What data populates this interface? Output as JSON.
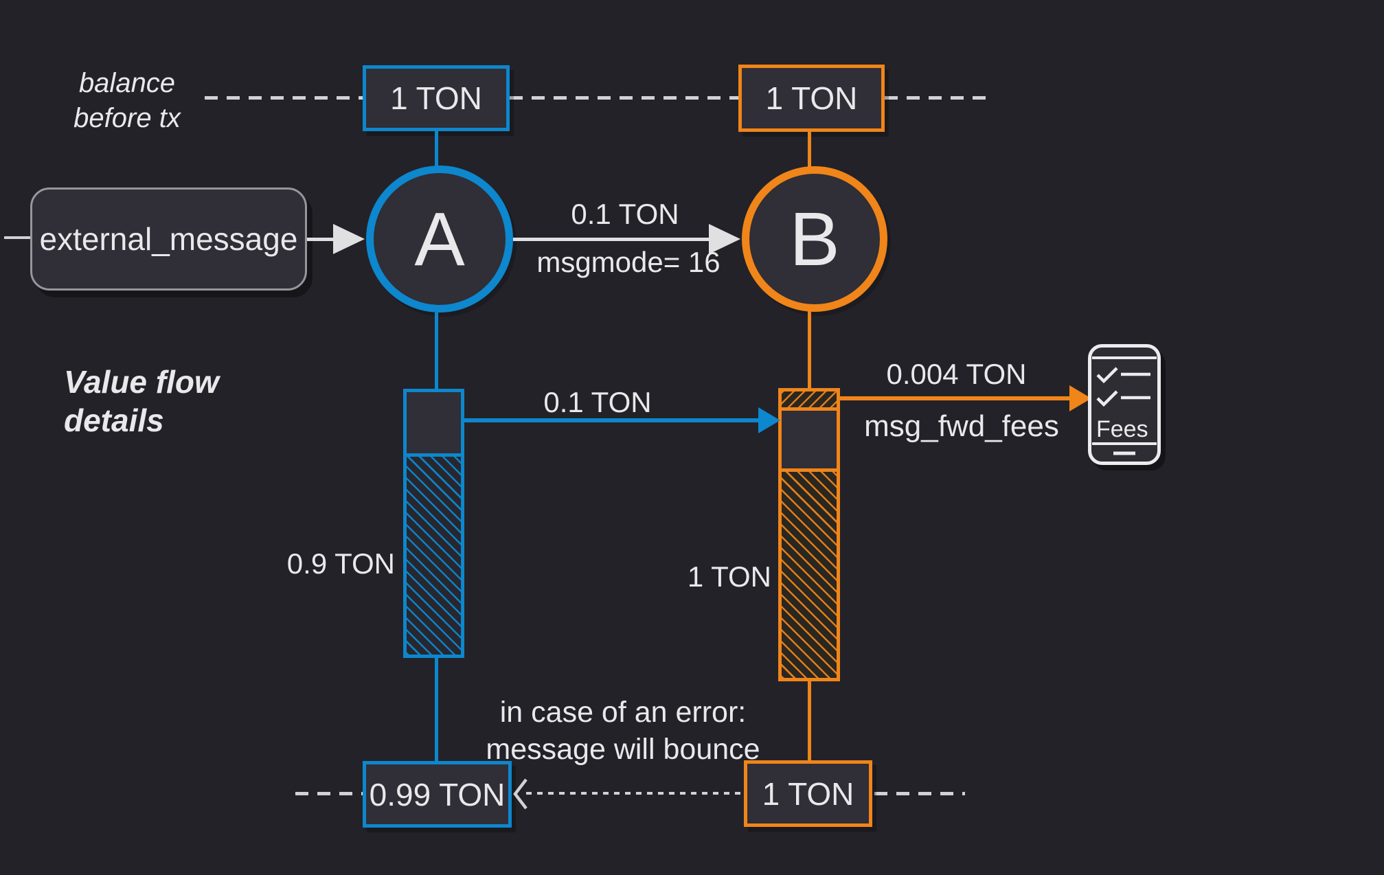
{
  "colors": {
    "background": "#232229",
    "panel_fill": "#302e36",
    "account_a_accent": "#0d87cd",
    "account_b_accent": "#f0851a",
    "text": "#e9e9ec",
    "dashed_line": "#d2d2d6"
  },
  "annotations": {
    "balance_before_tx": "balance\nbefore tx",
    "value_flow_details": "Value flow\ndetails",
    "bounce_note": "in case of an error:\nmessage will bounce"
  },
  "external_message": {
    "label": "external_message"
  },
  "accounts": {
    "a": {
      "letter": "A",
      "balance_before": "1 TON",
      "balance_after": "0.99 TON",
      "kept_amount": "0.9 TON"
    },
    "b": {
      "letter": "B",
      "balance_before": "1 TON",
      "balance_after": "1 TON",
      "kept_amount": "1 TON"
    }
  },
  "messages": {
    "a_to_b": {
      "amount": "0.1 TON",
      "mode": "msgmode= 16"
    },
    "value_flow": {
      "amount": "0.1 TON"
    },
    "fees": {
      "amount": "0.004 TON",
      "label": "msg_fwd_fees",
      "icon_label": "Fees"
    }
  }
}
